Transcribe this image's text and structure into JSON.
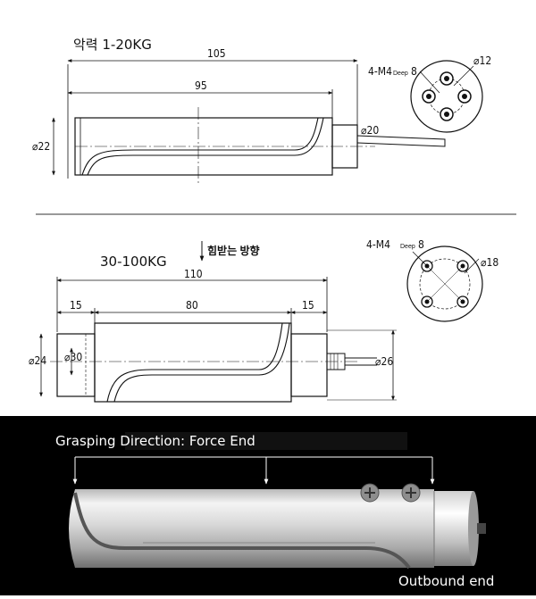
{
  "top": {
    "range_label": "악력 1-20KG",
    "dim_overall": "105",
    "dim_body": "95",
    "dim_diameter_left": "⌀22",
    "dim_diameter_right": "⌀20",
    "end_thread": "4-M4",
    "end_deep": "Deep",
    "end_deep_value": "8",
    "end_circle": "⌀12"
  },
  "middle": {
    "range_label": "30-100KG",
    "force_label": "힘받는 방향",
    "dim_overall": "110",
    "dim_left": "15",
    "dim_body": "80",
    "dim_right": "15",
    "dim_diameter_outer": "⌀24",
    "dim_diameter_inner": "⌀30",
    "dim_diameter_right": "⌀26",
    "end_thread": "4-M4",
    "end_deep": "Deep",
    "end_deep_value": "8",
    "end_circle": "⌀18"
  },
  "photo": {
    "caption_top": "Grasping Direction: Force End",
    "caption_bottom": "Outbound end"
  }
}
